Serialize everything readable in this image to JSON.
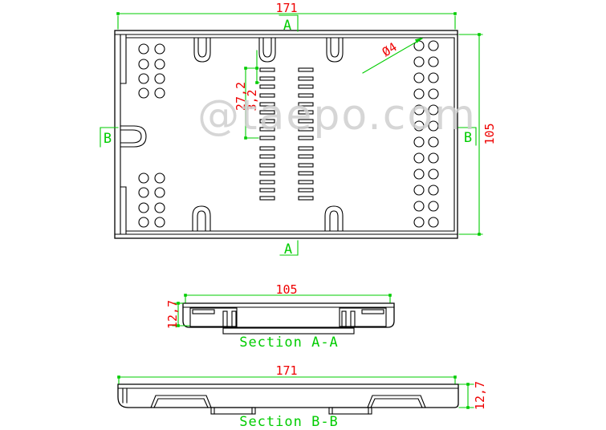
{
  "watermark": {
    "text": "@taepo.com",
    "color": "#cfcfcf"
  },
  "colors": {
    "geometry": "#000000",
    "dimension_text": "#ee0000",
    "annotation": "#00cc00",
    "background": "#ffffff"
  },
  "top_view": {
    "dim_width": "171",
    "dim_height": "105",
    "dim_slot_group": "27,2",
    "dim_slot_pitch": "3,2",
    "dim_hole_diameter": "Ø4",
    "marker_a_top": "A",
    "marker_a_bottom": "A",
    "marker_b_left": "B",
    "marker_b_right": "B"
  },
  "section_aa": {
    "dim_width": "105",
    "dim_height": "12,7",
    "label": "Section A-A"
  },
  "section_bb": {
    "dim_width": "171",
    "dim_height": "12,7",
    "label": "Section B-B"
  }
}
